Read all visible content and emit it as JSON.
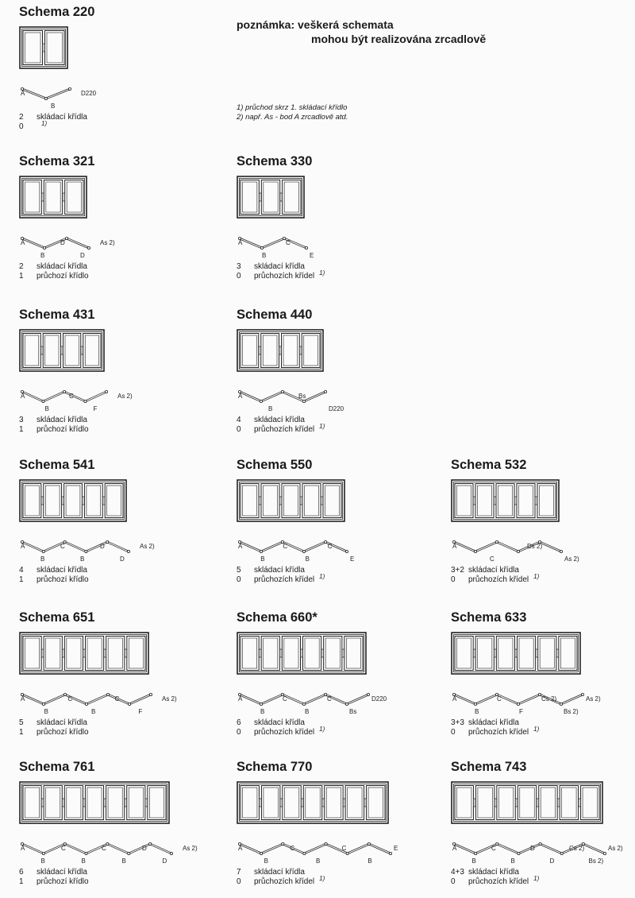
{
  "note": {
    "line1": "poznámka: veškerá schemata",
    "line2": "mohou být realizována zrcadlově"
  },
  "footnotes": [
    "1) průchod skrz 1. skládací křídlo",
    "2) např. As - bod A zrcadlově atd."
  ],
  "schemas": [
    {
      "title": "Schema 220",
      "panels": 2,
      "labels": [
        "A",
        "B",
        "D220"
      ],
      "count1": "2",
      "label1": "skládací křídla",
      "count2": "0",
      "label2": "",
      "sup": "1)"
    },
    {
      "title": "Schema 321",
      "panels": 3,
      "labels": [
        "A",
        "B",
        "D",
        "D",
        "As 2)"
      ],
      "count1": "2",
      "label1": "skládací křídla",
      "count2": "1",
      "label2": "průchozí křídlo",
      "sup": ""
    },
    {
      "title": "Schema 330",
      "panels": 3,
      "labels": [
        "A",
        "B",
        "C",
        "E"
      ],
      "count1": "3",
      "label1": "skládací křídla",
      "count2": "0",
      "label2": "průchozích křídel",
      "sup": "1)"
    },
    {
      "title": "Schema 431",
      "panels": 4,
      "labels": [
        "A",
        "B",
        "C",
        "F",
        "As 2)"
      ],
      "count1": "3",
      "label1": "skládací křídla",
      "count2": "1",
      "label2": "průchozí křídlo",
      "sup": ""
    },
    {
      "title": "Schema 440",
      "panels": 4,
      "labels": [
        "A",
        "B",
        "Bs",
        "D220"
      ],
      "count1": "4",
      "label1": "skládací křídla",
      "count2": "0",
      "label2": "průchozích křídel",
      "sup": "1)"
    },
    {
      "title": "Schema 541",
      "panels": 5,
      "labels": [
        "A",
        "B",
        "C",
        "B",
        "D",
        "D",
        "As 2)"
      ],
      "count1": "4",
      "label1": "skládací křídla",
      "count2": "1",
      "label2": "průchozí křídlo",
      "sup": ""
    },
    {
      "title": "Schema 550",
      "panels": 5,
      "labels": [
        "A",
        "B",
        "C",
        "B",
        "C",
        "E"
      ],
      "count1": "5",
      "label1": "skládací křídla",
      "count2": "0",
      "label2": "průchozích křídel",
      "sup": "1)"
    },
    {
      "title": "Schema 532",
      "panels": 5,
      "labels": [
        "A",
        "C",
        "Ds 2)",
        "As 2)"
      ],
      "count1": "3+2",
      "label1": "skládací křídla",
      "count2": "0",
      "label2": "průchozích křídel",
      "sup": "1)"
    },
    {
      "title": "Schema 651",
      "panels": 6,
      "labels": [
        "A",
        "B",
        "C",
        "B",
        "C",
        "F",
        "As 2)"
      ],
      "count1": "5",
      "label1": "skládací křídla",
      "count2": "1",
      "label2": "průchozí křídlo",
      "sup": ""
    },
    {
      "title": "Schema 660*",
      "panels": 6,
      "labels": [
        "A",
        "B",
        "C",
        "B",
        "C",
        "Bs",
        "D220"
      ],
      "count1": "6",
      "label1": "skládací křídla",
      "count2": "0",
      "label2": "průchozích křídel",
      "sup": "1)"
    },
    {
      "title": "Schema 633",
      "panels": 6,
      "labels": [
        "A",
        "B",
        "C",
        "F",
        "Cs 2)",
        "Bs 2)",
        "As 2)"
      ],
      "count1": "3+3",
      "label1": "skládací křídla",
      "count2": "0",
      "label2": "průchozích křídel",
      "sup": "1)"
    },
    {
      "title": "Schema 761",
      "panels": 7,
      "labels": [
        "A",
        "B",
        "C",
        "B",
        "C",
        "B",
        "D",
        "D",
        "As 2)"
      ],
      "count1": "6",
      "label1": "skládací křídla",
      "count2": "1",
      "label2": "průchozí křídlo",
      "sup": ""
    },
    {
      "title": "Schema 770",
      "panels": 7,
      "labels": [
        "A",
        "B",
        "C",
        "B",
        "C",
        "B",
        "E"
      ],
      "count1": "7",
      "label1": "skládací křídla",
      "count2": "0",
      "label2": "průchozích křídel",
      "sup": "1)"
    },
    {
      "title": "Schema 743",
      "panels": 7,
      "labels": [
        "A",
        "B",
        "C",
        "B",
        "D",
        "D",
        "Cs 2)",
        "Bs 2)",
        "As 2)"
      ],
      "count1": "4+3",
      "label1": "skládací křídla",
      "count2": "0",
      "label2": "průchozích křídel",
      "sup": "1)"
    }
  ]
}
